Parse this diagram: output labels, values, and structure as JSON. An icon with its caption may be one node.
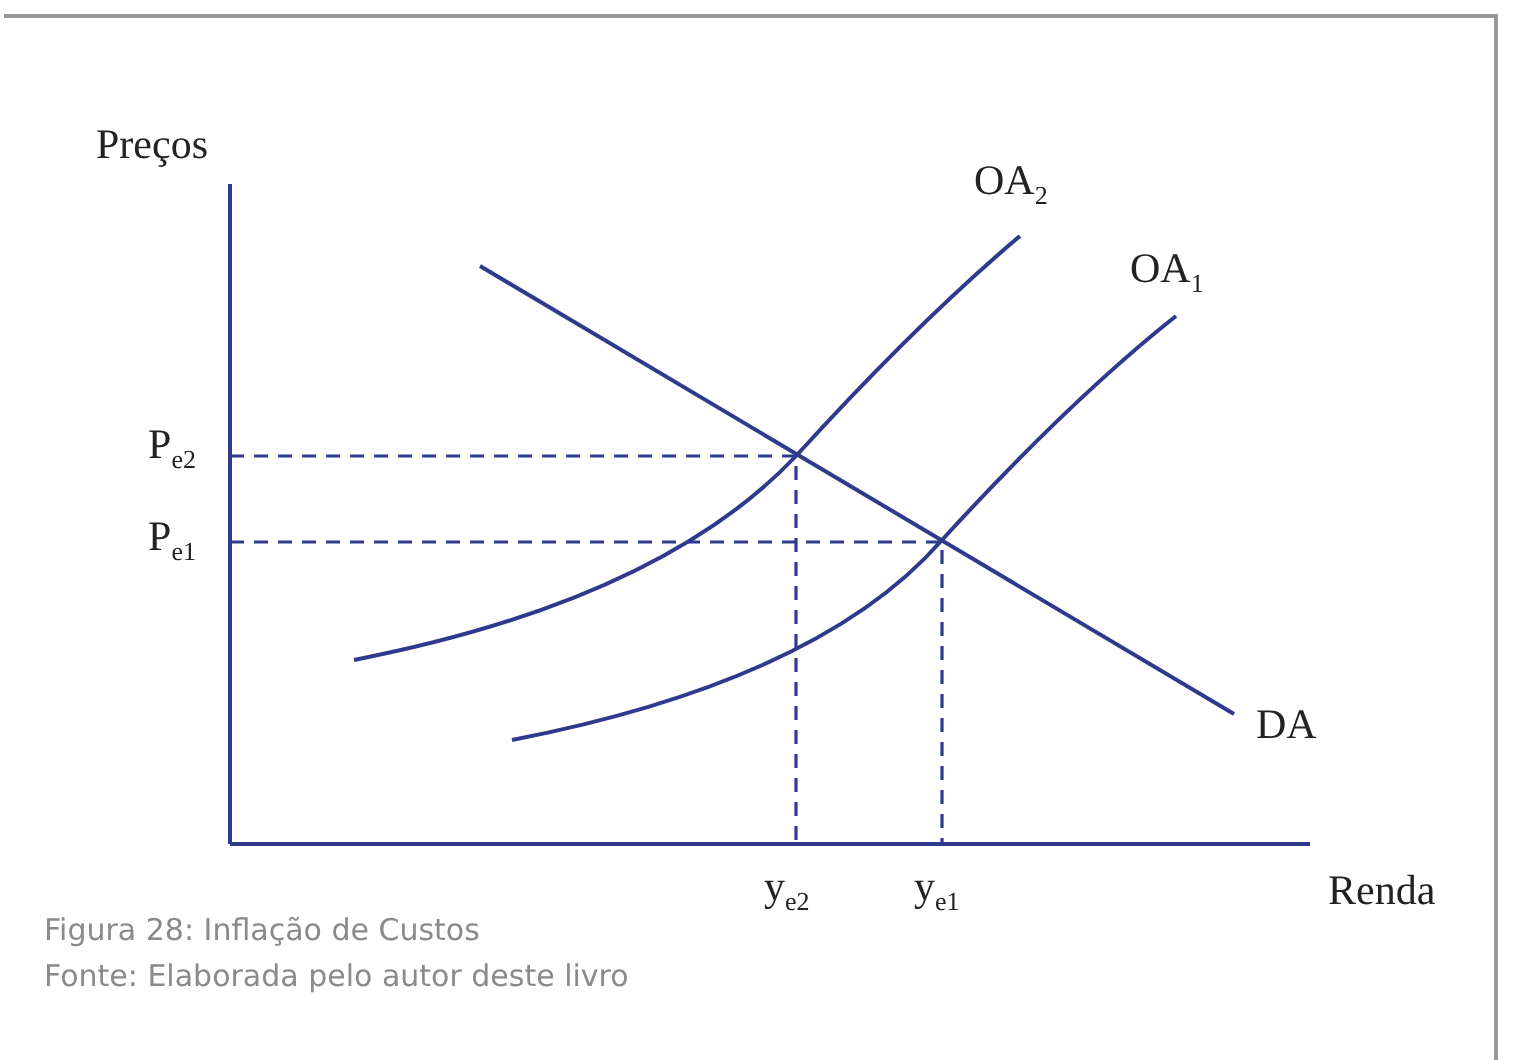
{
  "diagram": {
    "caption": "Figura 28: Inflação de Custos",
    "labels": [
      "Preços",
      "OA$_{2}$",
      "OA$_{1}$",
      "P$_{e2}$",
      "P$_{e1}$",
      "DA",
      "y$_{e2}$",
      "y$_{e1}$",
      "Renda",
      "Fonte: Elaborada pelo autor deste livro"
    ]
  }
}
